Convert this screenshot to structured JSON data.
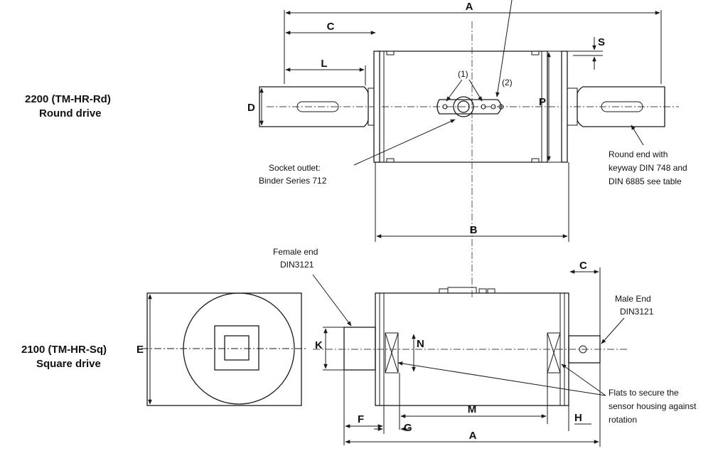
{
  "views": {
    "round": {
      "title_line1": "2200 (TM-HR-Rd)",
      "title_line2": "Round drive"
    },
    "square": {
      "title_line1": "2100 (TM-HR-Sq)",
      "title_line2": "Square drive"
    }
  },
  "dimensions": {
    "A": "A",
    "C": "C",
    "L": "L",
    "D": "D",
    "S": "S",
    "P": "P",
    "B": "B",
    "E": "E",
    "K": "K",
    "N": "N",
    "M": "M",
    "F": "F",
    "G": "G",
    "H": "H"
  },
  "markers": {
    "one": "(1)",
    "two": "(2)"
  },
  "notes": {
    "socket": [
      "Socket outlet:",
      "Binder Series 712"
    ],
    "round_end": [
      "Round end with",
      "keyway  DIN 748 and",
      "DIN 6885 see table"
    ],
    "female": [
      "Female end",
      "DIN3121"
    ],
    "male": [
      "Male End",
      "DIN3121"
    ],
    "flats": [
      "Flats to secure the",
      "sensor housing against",
      "rotation"
    ]
  }
}
